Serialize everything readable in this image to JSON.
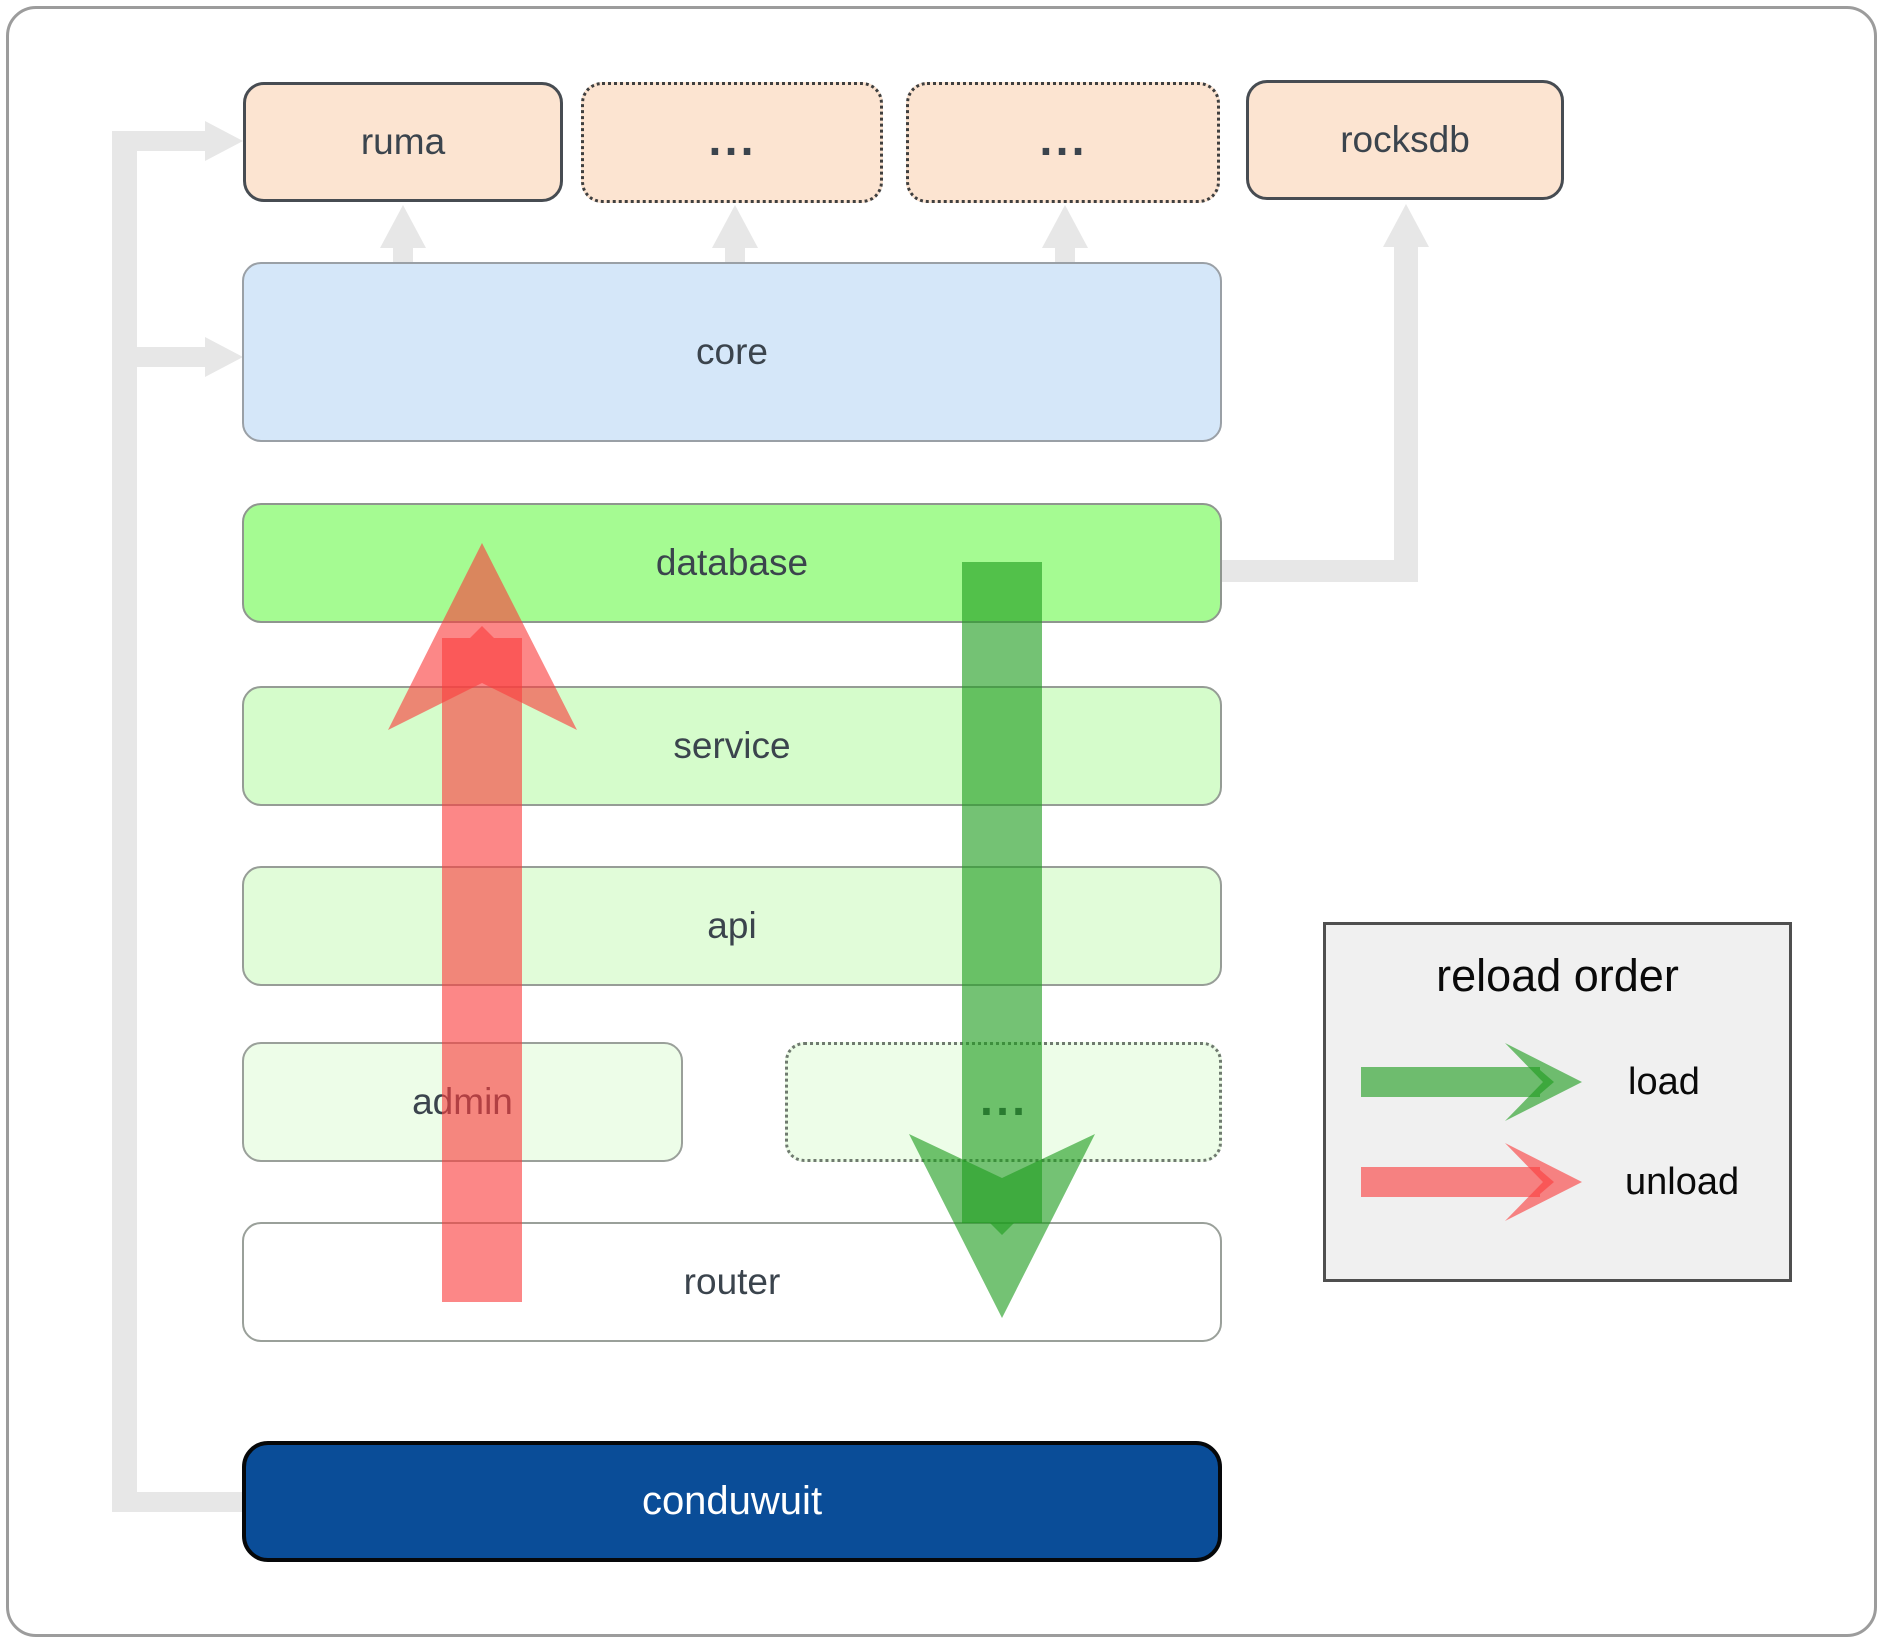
{
  "nodes": {
    "ruma": "ruma",
    "ellipsis1": "...",
    "ellipsis2": "...",
    "rocksdb": "rocksdb",
    "core": "core",
    "database": "database",
    "service": "service",
    "api": "api",
    "admin": "admin",
    "admin_ellipsis": "...",
    "router": "router",
    "conduwuit": "conduwuit"
  },
  "legend": {
    "title": "reload order",
    "items": [
      {
        "label": "load",
        "color": "#1f9d1f"
      },
      {
        "label": "unload",
        "color": "#fa3e3e"
      }
    ]
  },
  "colors": {
    "load_green": "#1f9d1f",
    "unload_red": "#fa3e3e",
    "connector_gray": "#e7e7e7",
    "peach_fill": "#fce4d1",
    "core_blue": "#d5e7f9",
    "database_green": "#a5fb92",
    "conduwuit_blue": "#0a4d98",
    "legend_bg": "#f0f0f0"
  }
}
